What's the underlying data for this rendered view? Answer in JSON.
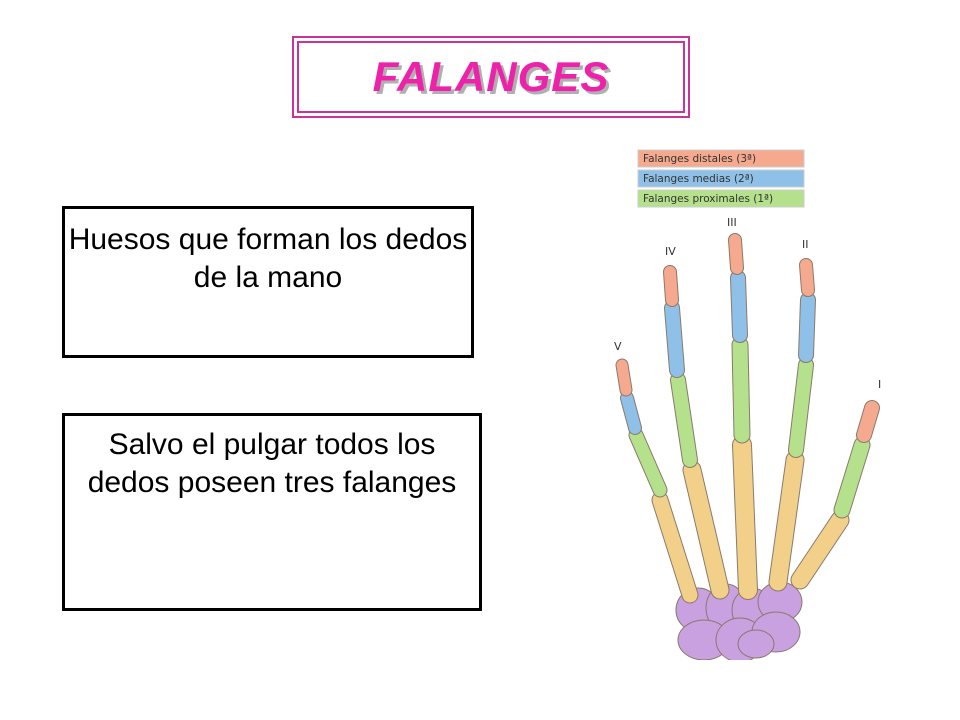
{
  "title": "FALANGES",
  "boxes": {
    "definition": "Huesos que forman los dedos de la mano",
    "count": "Salvo el pulgar todos los dedos poseen tres falanges"
  },
  "figure": {
    "legend": [
      {
        "label": "Falanges distales (3ª)",
        "color": "#f5a98e"
      },
      {
        "label": "Falanges medias (2ª)",
        "color": "#8fc0e8"
      },
      {
        "label": "Falanges proximales (1ª)",
        "color": "#b5e08c"
      }
    ],
    "finger_labels": [
      "I",
      "II",
      "III",
      "IV",
      "V"
    ],
    "bone_colors": {
      "distal": "#f5a98e",
      "middle": "#8fc0e8",
      "proximal": "#b5e08c",
      "metacarpal": "#f2d08a",
      "carpal": "#c9a0e0"
    }
  }
}
